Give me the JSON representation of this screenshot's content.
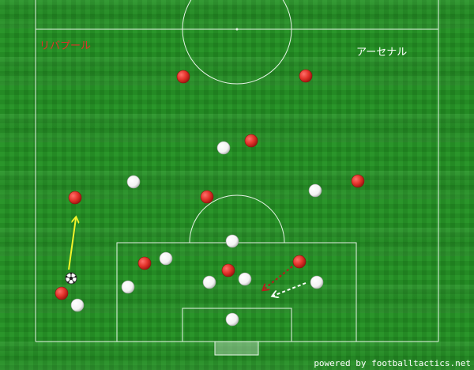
{
  "teams": {
    "home": {
      "name": "リバプール",
      "color": "#e2322a"
    },
    "away": {
      "name": "アーセナル",
      "color": "#ffffff"
    }
  },
  "credit": "powered by footballtactics.net",
  "colors": {
    "pitch_light": "#2c9a2c",
    "pitch_dark": "#1f7f1f",
    "lines": "#e8f5e8",
    "arrow_solid": "#f4f42a",
    "arrow_red": "#c0161a",
    "arrow_white": "#ffffff"
  },
  "icons": {
    "ball": "soccer-ball-icon"
  }
}
